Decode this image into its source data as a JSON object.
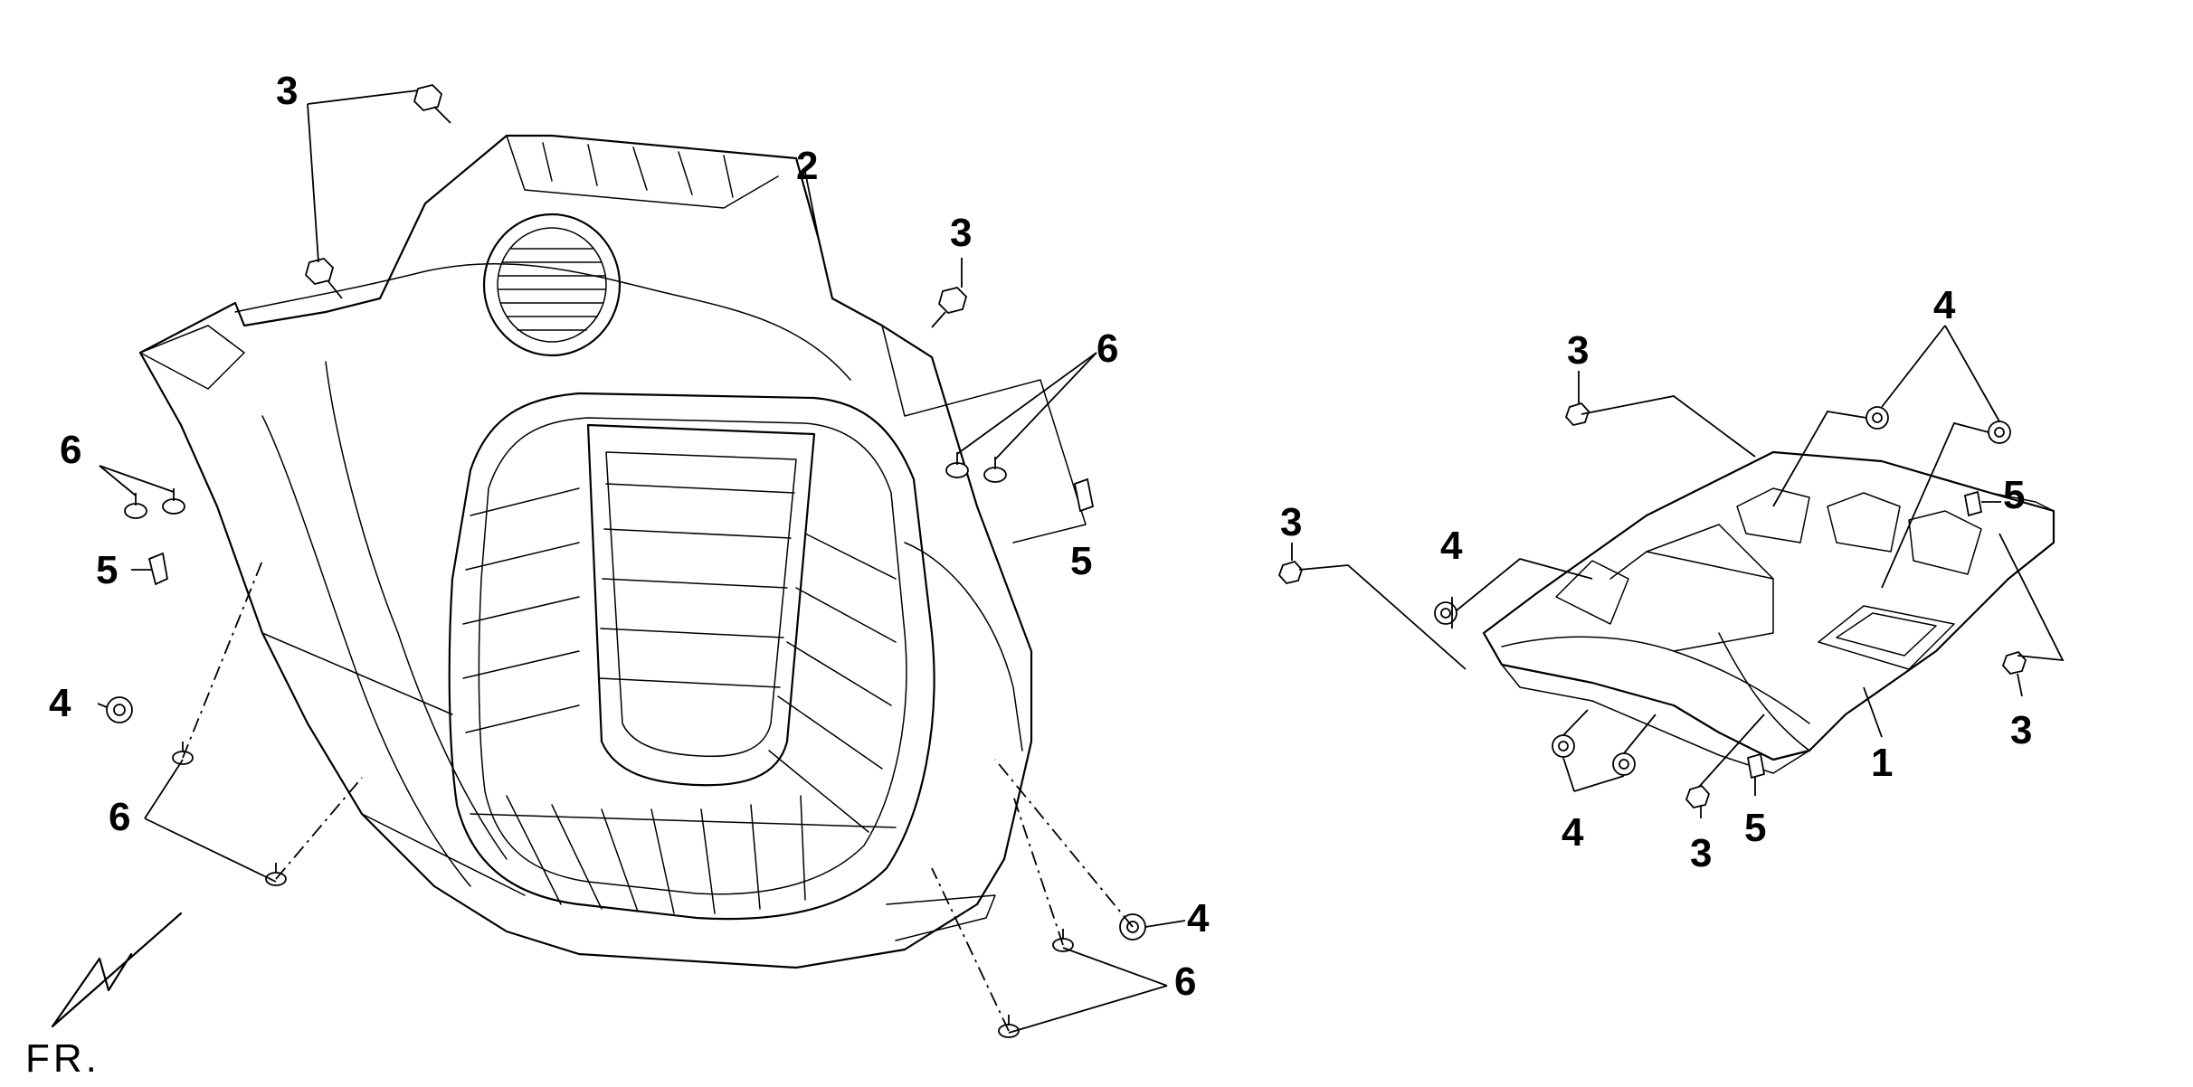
{
  "diagram": {
    "orientation_label": "FR.",
    "callouts": {
      "inner_cover_bolt_top": "3",
      "inner_cover_bolt_left": "3",
      "inner_cover_bolt_right": "3",
      "inner_cover_part": "2",
      "inner_cover_screw_right": "6",
      "inner_cover_screw_left": "6",
      "inner_cover_clip_left": "5",
      "inner_cover_clip_right": "5",
      "inner_cover_washer_left": "4",
      "inner_cover_screw_lower_left": "6",
      "inner_cover_washer_lower_right": "4",
      "inner_cover_screw_lower_right": "6",
      "floor_bolt_top": "3",
      "floor_bolt_left": "3",
      "floor_washer_top": "4",
      "floor_clip_right": "5",
      "floor_washer_left": "4",
      "floor_bolt_right": "3",
      "floor_part": "1",
      "floor_washer_bottom": "4",
      "floor_bolt_bottom": "3",
      "floor_clip_bottom": "5"
    }
  }
}
